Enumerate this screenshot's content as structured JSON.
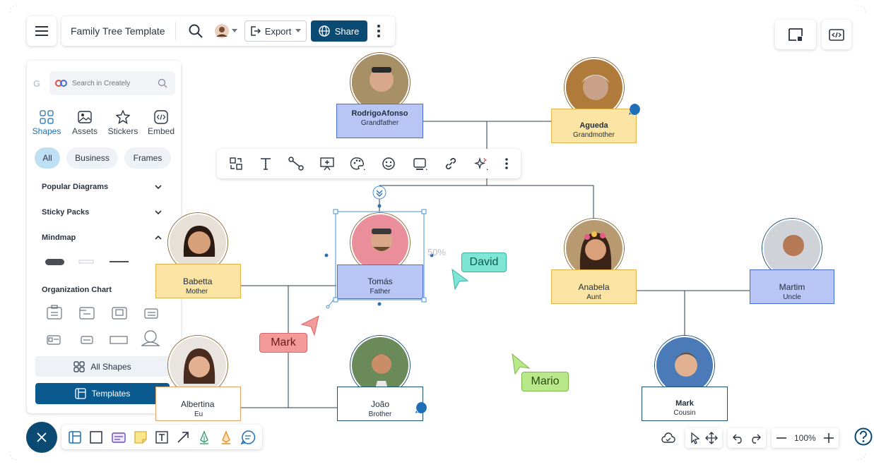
{
  "document": {
    "title": "Family Tree Template"
  },
  "toolbar": {
    "export_label": "Export",
    "share_label": "Share"
  },
  "panel": {
    "search_placeholder": "Search in Creately",
    "tabs": [
      {
        "label": "Shapes",
        "icon": "shapes-icon",
        "active": true
      },
      {
        "label": "Assets",
        "icon": "image-icon",
        "active": false
      },
      {
        "label": "Stickers",
        "icon": "star-icon",
        "active": false
      },
      {
        "label": "Embed",
        "icon": "code-icon",
        "active": false
      }
    ],
    "chips": [
      "All",
      "Business",
      "Frames"
    ],
    "sections": [
      {
        "label": "Popular Diagrams",
        "expanded": false
      },
      {
        "label": "Sticky Packs",
        "expanded": false
      },
      {
        "label": "Mindmap",
        "expanded": true
      },
      {
        "label": "Organization Chart",
        "expanded": true
      }
    ],
    "all_shapes_label": "All Shapes",
    "templates_label": "Templates"
  },
  "nodes": [
    {
      "id": "rodrigo",
      "name": "RodrigoAfonso",
      "role": "Grandfather",
      "style": "blue"
    },
    {
      "id": "agueda",
      "name": "Agueda",
      "role": "Grandmother",
      "style": "yellow"
    },
    {
      "id": "babetta",
      "name": "Babetta",
      "role": "Mother",
      "style": "yellow"
    },
    {
      "id": "tomas",
      "name": "Tomás",
      "role": "Father",
      "style": "blue",
      "selected": true
    },
    {
      "id": "anabela",
      "name": "Anabela",
      "role": "Aunt",
      "style": "yellow"
    },
    {
      "id": "martim",
      "name": "Martim",
      "role": "Uncle",
      "style": "blue"
    },
    {
      "id": "albertina",
      "name": "Albertina",
      "role": "Eu",
      "style": "white-orange"
    },
    {
      "id": "joao",
      "name": "João",
      "role": "Brother",
      "style": "white-blue"
    },
    {
      "id": "mark_n",
      "name": "Mark",
      "role": "Cousin",
      "style": "white-blue"
    }
  ],
  "selection": {
    "zoom_hint": "50%"
  },
  "cursors": [
    {
      "name": "David",
      "color": "#7fe6d6"
    },
    {
      "name": "Mark",
      "color": "#f59a9a"
    },
    {
      "name": "Mario",
      "color": "#b9e88a"
    }
  ],
  "zoom": {
    "level": "100%"
  },
  "colors": {
    "brand": "#0b4a72",
    "blue_node": "#b8c6f5",
    "yellow_node": "#fce4a4"
  }
}
